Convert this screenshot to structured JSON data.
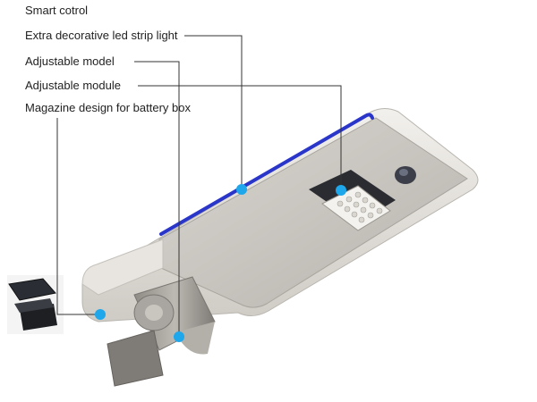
{
  "callouts": [
    {
      "label": "Smart cotrol"
    },
    {
      "label": "Extra decorative led strip light"
    },
    {
      "label": "Adjustable model"
    },
    {
      "label": "Adjustable module"
    },
    {
      "label": "Magazine design for battery box"
    }
  ],
  "colors": {
    "housing": "#c7c3bd",
    "housing_dark": "#9e9a94",
    "housing_light": "#e4e1dc",
    "strip": "#2a35c9",
    "dot": "#1ea7ea",
    "leader": "#333333",
    "solar_panel": "#2a2e34"
  },
  "icons": [
    "callout-dot",
    "solar-panel-thumbnail",
    "led-module",
    "sensor-lens"
  ]
}
